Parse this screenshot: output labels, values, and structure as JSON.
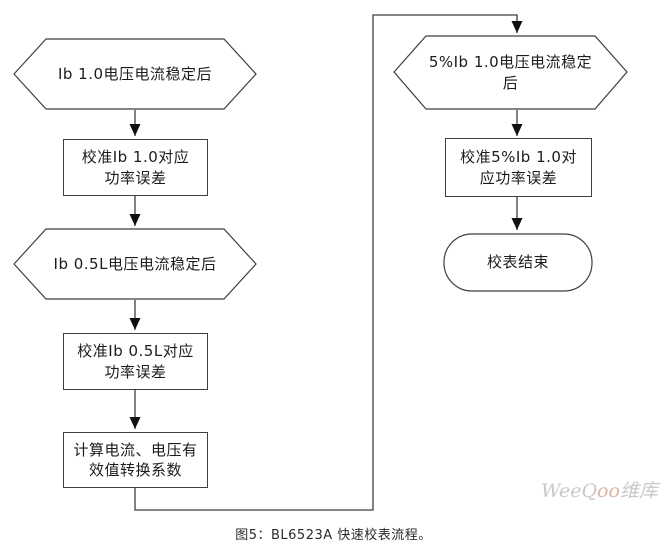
{
  "figure": {
    "caption": "图5：BL6523A 快速校表流程。"
  },
  "flowchart": {
    "nodes": {
      "hex_ib10": {
        "shape": "hexagon",
        "label": "Ib 1.0电压电流稳定后"
      },
      "rect_cal_ib10": {
        "shape": "process",
        "label": "校准Ib 1.0对应\n功率误差"
      },
      "hex_ib05l": {
        "shape": "hexagon",
        "label": "Ib 0.5L电压电流稳定后"
      },
      "rect_cal_ib05l": {
        "shape": "process",
        "label": "校准Ib 0.5L对应\n功率误差"
      },
      "rect_calc_rms": {
        "shape": "process",
        "label": "计算电流、电压有\n效值转换系数"
      },
      "hex_5ib10": {
        "shape": "hexagon",
        "label": "5%Ib 1.0电压电流稳定\n后"
      },
      "rect_cal_5ib10": {
        "shape": "process",
        "label": "校准5%Ib 1.0对\n应功率误差"
      },
      "end_node": {
        "shape": "terminator",
        "label": "校表结束"
      }
    },
    "edges": [
      {
        "from": "hex_ib10",
        "to": "rect_cal_ib10"
      },
      {
        "from": "rect_cal_ib10",
        "to": "hex_ib05l"
      },
      {
        "from": "hex_ib05l",
        "to": "rect_cal_ib05l"
      },
      {
        "from": "rect_cal_ib05l",
        "to": "rect_calc_rms"
      },
      {
        "from": "rect_calc_rms",
        "to": "hex_5ib10"
      },
      {
        "from": "hex_5ib10",
        "to": "rect_cal_5ib10"
      },
      {
        "from": "rect_cal_5ib10",
        "to": "end_node"
      }
    ]
  },
  "watermark": {
    "part1": "WeeQ",
    "part2": "oo",
    "part3": "维库"
  },
  "colors": {
    "stroke": "#3f3f3f",
    "text": "#1c1c1c",
    "bg": "#ffffff",
    "watermark_gray": "#c8c8c8",
    "watermark_accent": "#ddb39a"
  }
}
